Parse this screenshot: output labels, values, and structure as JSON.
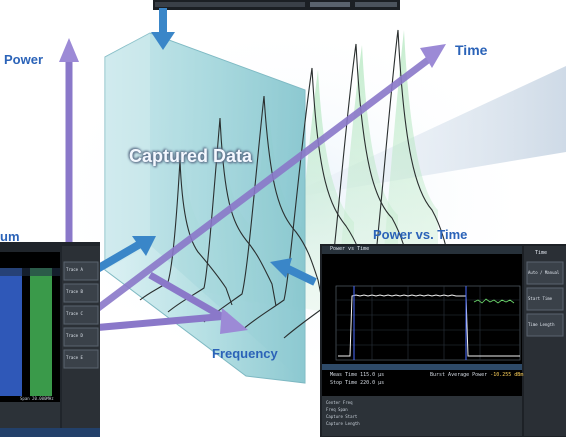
{
  "labels": {
    "power": "Power",
    "time": "Time",
    "frequency": "Frequency",
    "captured_data": "Captured Data",
    "power_vs_time": "Power vs. Time",
    "spectrum_partial": "um"
  },
  "colors": {
    "axis_purple": "#8a78c9",
    "arrow_blue": "#3a86c8",
    "label_blue": "#2b63b8",
    "captured_text": "#f4f8ff",
    "slab_teal": "#9fd6dc",
    "trace_green": "#7fcf9a"
  },
  "pvt_screen": {
    "title": "Power vs Time",
    "meas_time_label": "Meas Time",
    "meas_time_value": "115.0 µs",
    "stop_time_label": "Stop Time",
    "stop_time_value": "220.0 µs",
    "burst_avg_label": "Burst Average Power",
    "burst_avg_value": "-10.255 dBm",
    "side_title": "Time",
    "side_buttons": [
      "Auto / Manual",
      "Start Time",
      "Time Length"
    ],
    "footer_rows": [
      "Center Freq",
      "Freq Span",
      "Capture Start",
      "Capture Length"
    ]
  },
  "spectrum_screen": {
    "side_buttons": [
      "Trace A",
      "Trace B",
      "Trace C",
      "Trace D",
      "Trace E"
    ],
    "footer": "Span 20.000MHz"
  }
}
